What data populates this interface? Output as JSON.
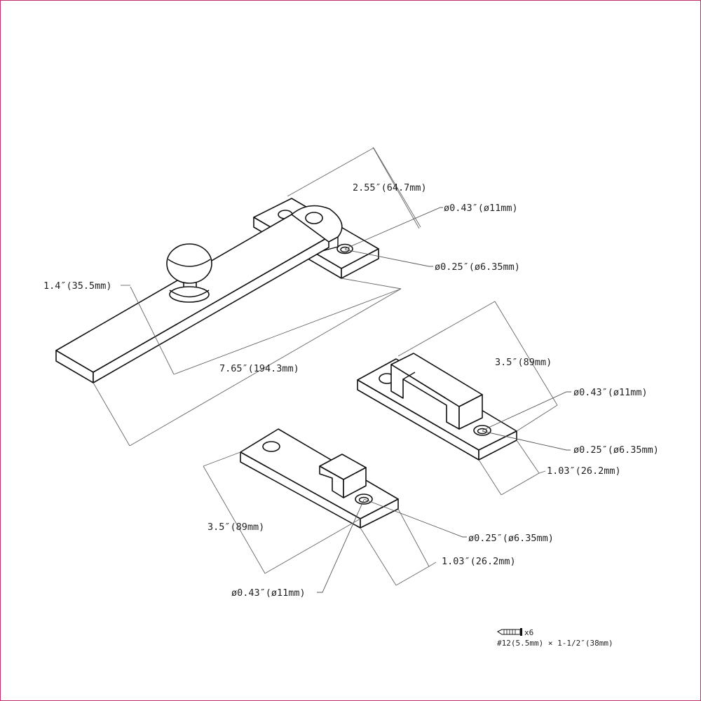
{
  "colors": {
    "frame": "#c0306a",
    "lines": "#111111",
    "dimension_lines": "#666666",
    "text": "#222222"
  },
  "dimensions": {
    "lever_width": "2.55″(64.7mm)",
    "lever_hole_large": "ø0.43″(ø11mm)",
    "lever_hole_small": "ø0.25″(ø6.35mm)",
    "knob_height": "1.4″(35.5mm)",
    "lever_length": "7.65″(194.3mm)",
    "keeper_hook_length": "3.5″(89mm)",
    "keeper_hook_hole_large": "ø0.43″(ø11mm)",
    "keeper_hook_hole_small": "ø0.25″(ø6.35mm)",
    "keeper_hook_width": "1.03″(26.2mm)",
    "keeper_stop_length": "3.5″(89mm)",
    "keeper_stop_hole_small": "ø0.25″(ø6.35mm)",
    "keeper_stop_width": "1.03″(26.2mm)",
    "keeper_stop_hole_large": "ø0.43″(ø11mm)"
  },
  "screws": {
    "icon": "screw-icon",
    "quantity": "x6",
    "spec": "#12(5.5mm) × 1-1/2″(38mm)"
  }
}
